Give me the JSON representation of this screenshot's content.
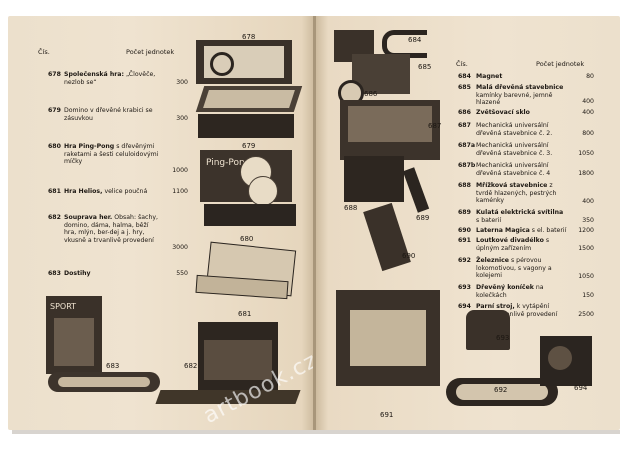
{
  "left": {
    "header_col1": "Čís.",
    "header_col2": "Počet jednotek",
    "entries": [
      {
        "num": "678",
        "title": "Společenská hra:",
        "text": "„Člověče, nezlob se“",
        "qty": "300"
      },
      {
        "num": "679",
        "title": "",
        "text": "Domino v dřevěné krabici se zásuvkou",
        "qty": "300"
      },
      {
        "num": "680",
        "title": "Hra Ping-Pong",
        "text": "s dřevěnými raketami a šesti celuloidovými míčky",
        "qty": "1000"
      },
      {
        "num": "681",
        "title": "Hra Helios,",
        "text": "velice poučná",
        "qty": "1100"
      },
      {
        "num": "682",
        "title": "Souprava her.",
        "text": "Obsah: šachy, domino, dáma, halma, běží hra, mlýn, ber-dej a j. hry, vkusně a trvanlivě provedení",
        "qty": "3000"
      },
      {
        "num": "683",
        "title": "Dostihy",
        "text": "",
        "qty": "550"
      }
    ],
    "labels": [
      "678",
      "679",
      "680",
      "681",
      "682",
      "683"
    ],
    "sport_text": "SPORT",
    "pingpong_text": "Ping-Pong"
  },
  "right": {
    "header_col1": "Čís.",
    "header_col2": "Počet jednotek",
    "entries": [
      {
        "num": "684",
        "title": "Magnet",
        "text": "",
        "qty": "80"
      },
      {
        "num": "685",
        "title": "Malá dřevěná stavebnice",
        "text": "kamínky barevné, jemně hlazené",
        "qty": "400"
      },
      {
        "num": "686",
        "title": "Zvětšovací sklo",
        "text": "",
        "qty": "400"
      },
      {
        "num": "687",
        "title": "",
        "text": "Mechanická universální dřevěná stavebnice č. 2.",
        "qty": "800"
      },
      {
        "num": "687a",
        "title": "",
        "text": "Mechanická universální dřevěná stavebnice č. 3.",
        "qty": "1050"
      },
      {
        "num": "687b",
        "title": "",
        "text": "Mechanická universální dřevěná stavebnice č. 4",
        "qty": "1800"
      },
      {
        "num": "688",
        "title": "Mřížková stavebnice",
        "text": "z tvrdě hlazených, pestrých kaménky",
        "qty": "400"
      },
      {
        "num": "689",
        "title": "Kulatá elektrická svítilna",
        "text": "s baterií",
        "qty": "350"
      },
      {
        "num": "690",
        "title": "Laterna Magica",
        "text": "s el. baterií",
        "qty": "1200"
      },
      {
        "num": "691",
        "title": "Loutkové divadélko",
        "text": "s úplným zařízením",
        "qty": "1500"
      },
      {
        "num": "692",
        "title": "Železnice",
        "text": "s pérovou lokomotivou, s vagony a kolejemi",
        "qty": "1050"
      },
      {
        "num": "693",
        "title": "Dřevěný koníček",
        "text": "na kolečkách",
        "qty": "150"
      },
      {
        "num": "694",
        "title": "Parní stroj,",
        "text": "k vytápění lihem, trvanlivě provedení",
        "qty": "2500"
      }
    ],
    "labels": [
      "684",
      "685",
      "686",
      "687",
      "688",
      "689",
      "690",
      "691",
      "692",
      "693",
      "694"
    ]
  },
  "watermark": "artbook.cz"
}
